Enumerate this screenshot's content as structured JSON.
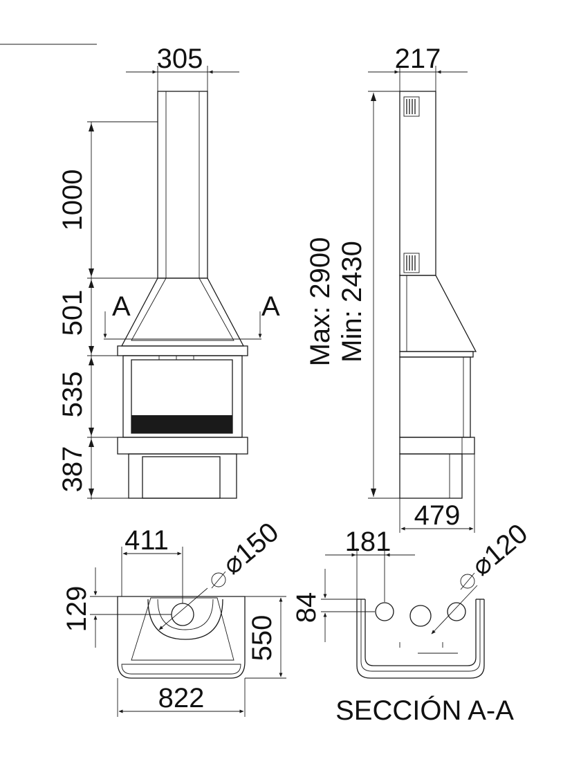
{
  "front_view": {
    "top_width": "305",
    "chimney_height": "1000",
    "hood_height": "501",
    "firebox_height": "535",
    "base_height": "387",
    "section_mark_left": "A",
    "section_mark_right": "A"
  },
  "side_view": {
    "top_depth": "217",
    "height_max": "Max: 2900",
    "height_min": "Min: 2430",
    "base_depth": "479"
  },
  "plan_view": {
    "flue_offset_x": "411",
    "flue_diameter": "⌀150",
    "flue_offset_y": "129",
    "depth": "550",
    "width": "822"
  },
  "section_view": {
    "offset_x": "181",
    "hole_diameter": "⌀120",
    "offset_y": "84",
    "title": "SECCIÓN A-A"
  }
}
